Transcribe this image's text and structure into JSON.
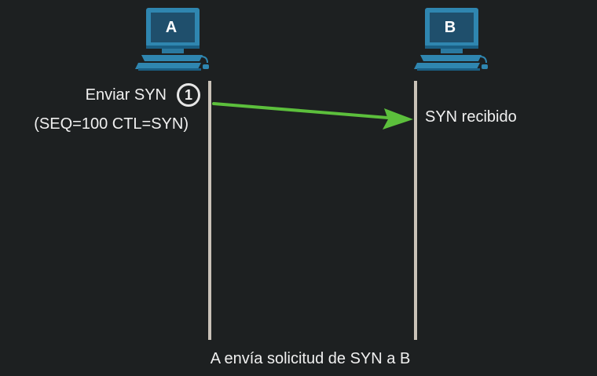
{
  "hosts": [
    {
      "letter": "A",
      "icon": "computer-icon"
    },
    {
      "letter": "B",
      "icon": "computer-icon"
    }
  ],
  "step": {
    "number": "1",
    "send_label": "Enviar SYN",
    "segment_label": "(SEQ=100 CTL=SYN)"
  },
  "receiver": {
    "label": "SYN recibido"
  },
  "caption": "A envía solicitud de SYN a B",
  "colors": {
    "background": "#1d2021",
    "arrow": "#5cbf3c",
    "timeline": "#c9c2b8",
    "computer": "#2b7fa8"
  }
}
